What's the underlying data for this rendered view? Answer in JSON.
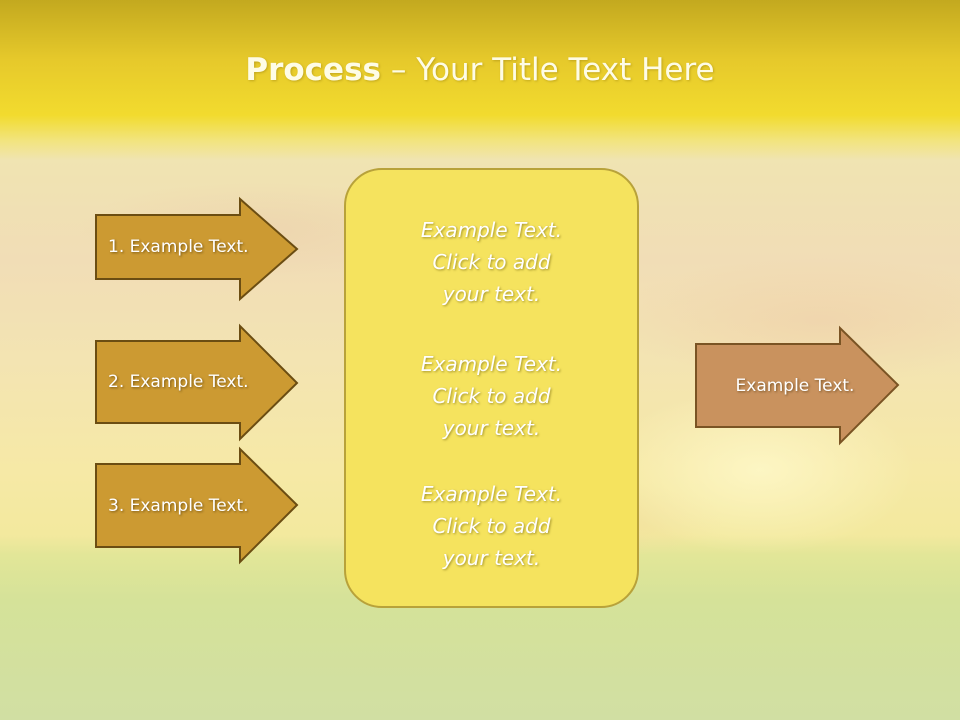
{
  "slide": {
    "title_bold": "Process",
    "title_rest": " – Your Title Text Here"
  },
  "left_arrows": [
    {
      "label": "1. Example Text."
    },
    {
      "label": "2. Example Text."
    },
    {
      "label": "3. Example Text."
    }
  ],
  "center_box": {
    "blocks": [
      {
        "lines": [
          "Example Text.",
          "Click  to add",
          "your text."
        ]
      },
      {
        "lines": [
          "Example Text.",
          "Click  to add",
          "your text."
        ]
      },
      {
        "lines": [
          "Example Text.",
          "Click  to add",
          "your text."
        ]
      }
    ]
  },
  "right_arrow": {
    "label": "Example Text."
  },
  "colors": {
    "title_band": "#e6c92b",
    "left_arrow_fill": "#cc9a32",
    "left_arrow_stroke": "#6b4d12",
    "center_box_fill": "#f5e35e",
    "center_box_stroke": "#b8a23a",
    "right_arrow_fill": "#c9925e",
    "right_arrow_stroke": "#7a5424"
  }
}
